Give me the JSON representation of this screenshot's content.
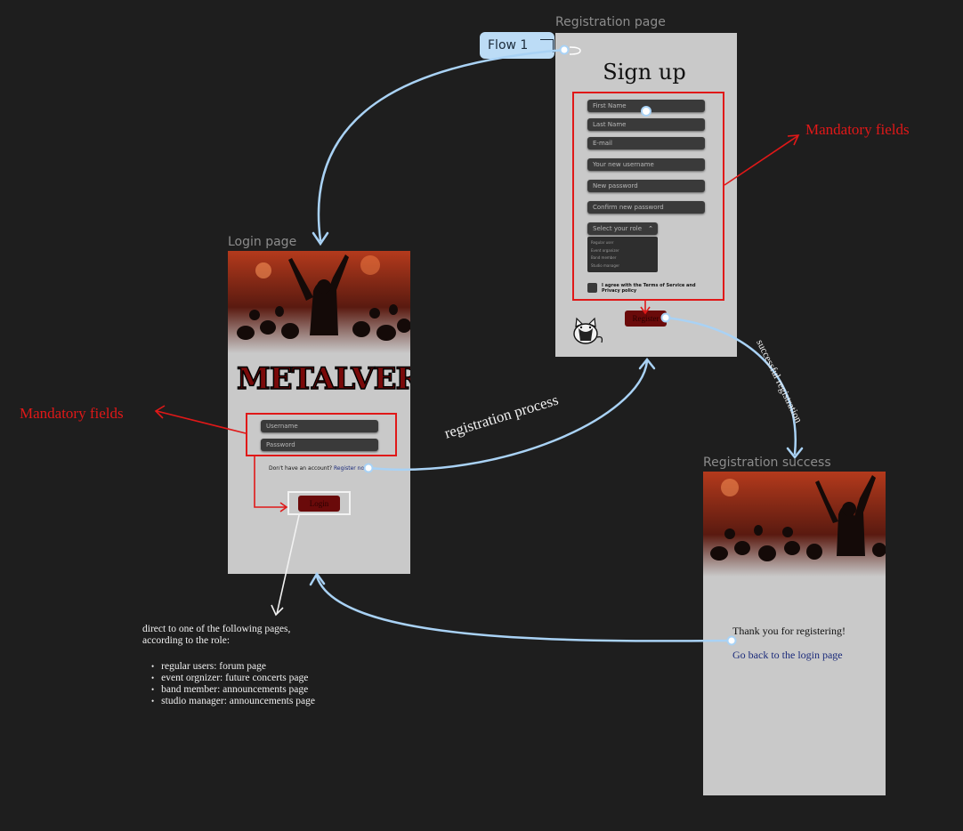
{
  "flow": {
    "label": "Flow 1"
  },
  "frames": {
    "registration": {
      "label": "Registration page"
    },
    "login": {
      "label": "Login page"
    },
    "success": {
      "label": "Registration success"
    }
  },
  "registration_form": {
    "title": "Sign up",
    "fields": [
      "First Name",
      "Last Name",
      "E-mail",
      "Your new username",
      "New password",
      "Confirm new password"
    ],
    "role_select": "Select your role",
    "role_options": [
      "Regular user",
      "Event organizer",
      "Band member",
      "Studio manager"
    ],
    "terms": "I agree with the Terms of Service and Privacy policy",
    "register_button": "Register"
  },
  "login_form": {
    "logo": "METALVERSE",
    "username_placeholder": "Username",
    "password_placeholder": "Password",
    "no_account": "Don't have an account?",
    "register_link": "Register now",
    "login_button": "Login"
  },
  "success_page": {
    "thanks": "Thank you for registering!",
    "back_link": "Go back to the login page"
  },
  "annotations": {
    "mandatory_right": "Mandatory fields",
    "mandatory_left": "Mandatory fields",
    "registration_process": "registration process",
    "successful_registration": "successful registration",
    "direct_intro": "direct to one of the following pages, according to the role:",
    "role_pages": [
      "regular users:   forum page",
      "event orgnizer: future concerts page",
      "band member: announcements page",
      "studio manager: announcements page"
    ]
  },
  "colors": {
    "canvas": "#1e1e1e",
    "frame": "#c9c9c9",
    "flow_blue": "#a9d2f5",
    "annotation_red": "#e01818",
    "button_dark_red": "#6a0a0a"
  }
}
